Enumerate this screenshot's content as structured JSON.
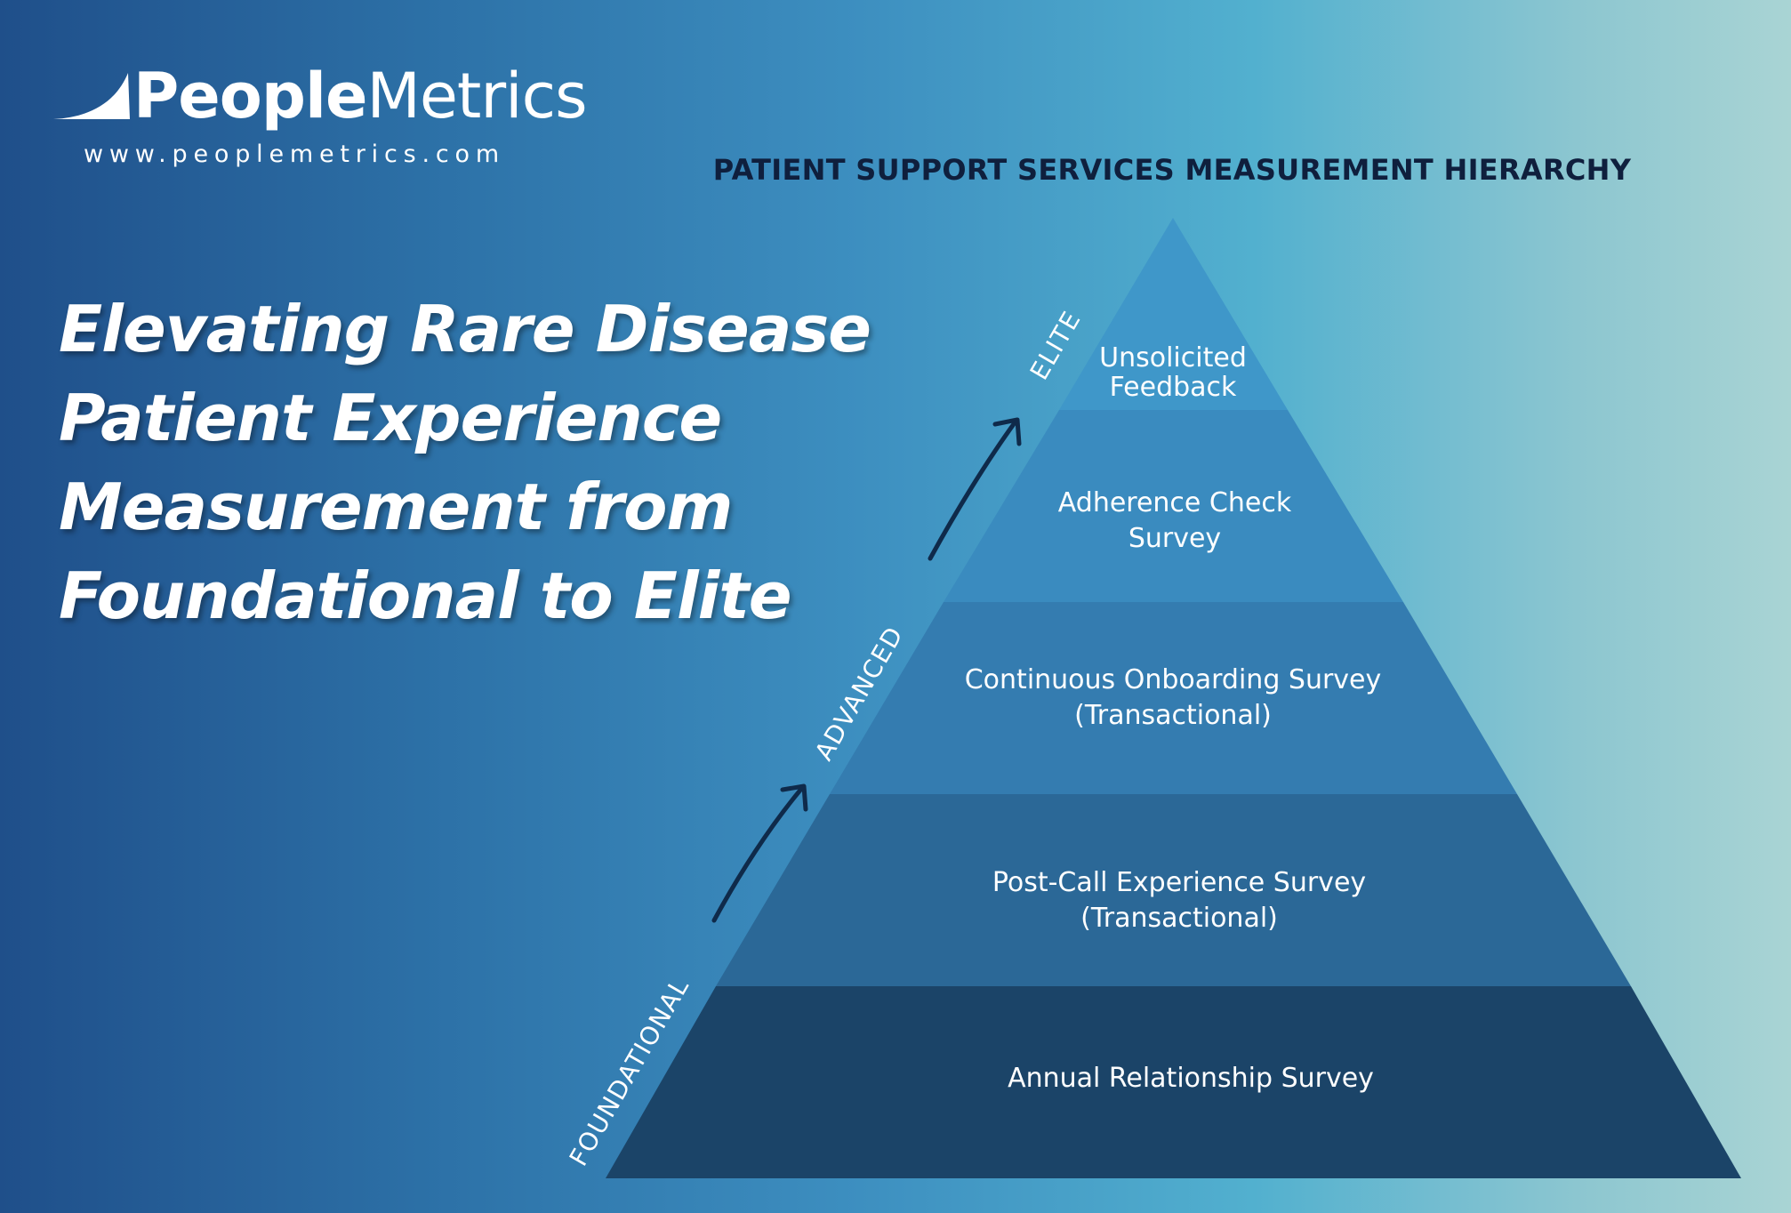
{
  "logo": {
    "brand_bold": "People",
    "brand_light": "Metrics",
    "url": "www.peoplemetrics.com"
  },
  "headline": {
    "lines": [
      "Elevating Rare Disease",
      "Patient Experience",
      "Measurement from",
      "Foundational to Elite"
    ]
  },
  "diagram": {
    "title": "PATIENT SUPPORT SERVICES MEASUREMENT HIERARCHY",
    "levels": [
      {
        "line1": "Unsolicited",
        "line2": "Feedback",
        "color": "#3f97c9"
      },
      {
        "line1": "Adherence Check",
        "line2": "Survey",
        "color": "#3a8bbf"
      },
      {
        "line1": "Continuous Onboarding Survey",
        "line2": "(Transactional)",
        "color": "#347cb0"
      },
      {
        "line1": "Post-Call Experience Survey",
        "line2": "(Transactional)",
        "color": "#2b6897"
      },
      {
        "line1": "Annual Relationship Survey",
        "line2": "",
        "color": "#1b4468"
      }
    ],
    "tiers": {
      "foundational": "FOUNDATIONAL",
      "advanced": "ADVANCED",
      "elite": "ELITE"
    }
  }
}
